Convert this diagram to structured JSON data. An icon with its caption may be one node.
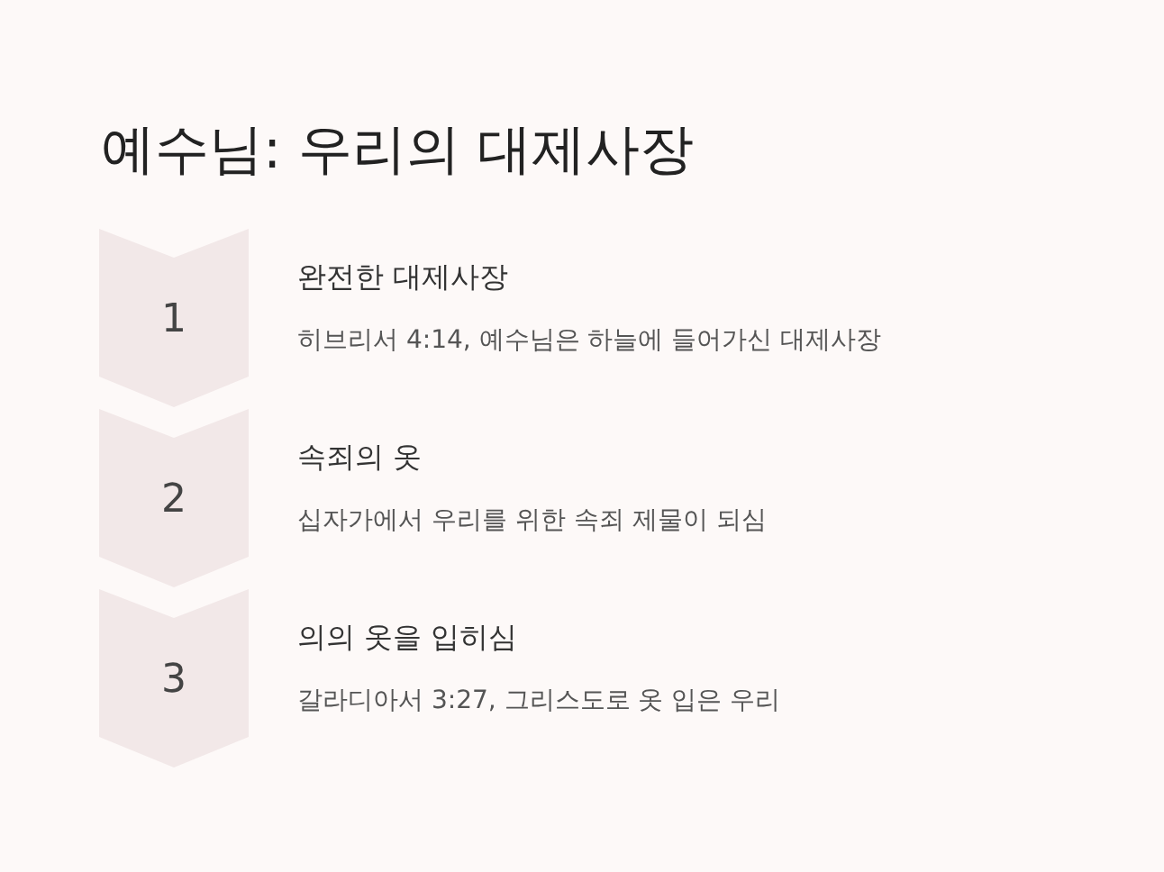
{
  "diagram": {
    "title": "예수님: 우리의 대제사장",
    "nodes": [
      {
        "text": [
          "1"
        ],
        "beside": [
          "완전한 대제사장",
          "히브리서 4:14, 예수님은 하늘에 들어가신 대제사장"
        ]
      },
      {
        "text": [
          "2"
        ],
        "beside": [
          "속죄의 옷",
          "십자가에서 우리를 위한 속죄 제물이 되심"
        ]
      },
      {
        "text": [
          "3"
        ],
        "beside": [
          "의의 옷을 입히심",
          "갈라디아서 3:27, 그리스도로 옷 입은 우리"
        ]
      }
    ]
  }
}
